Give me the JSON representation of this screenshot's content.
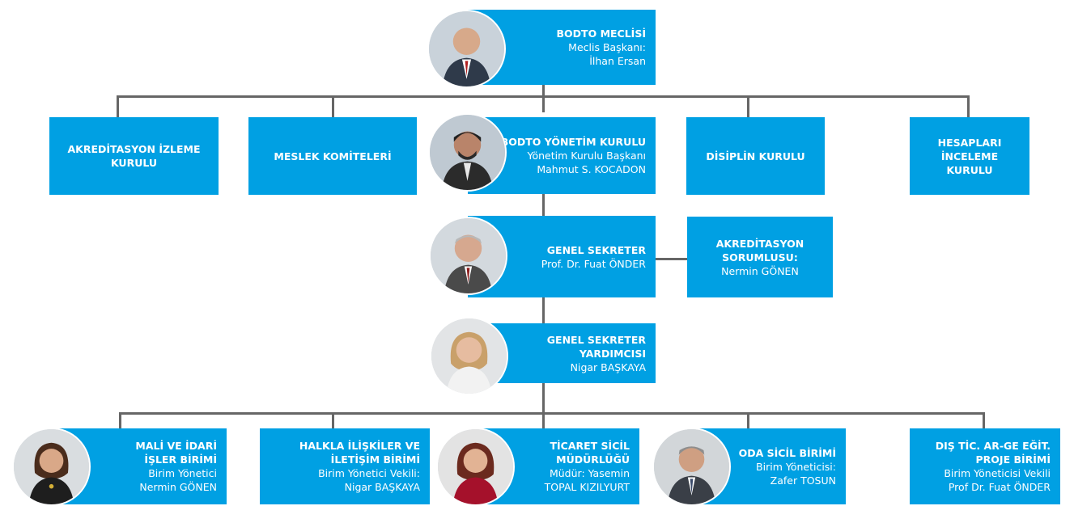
{
  "colors": {
    "box": "#00a0e3",
    "line": "#666666",
    "text": "#ffffff"
  },
  "nodes": {
    "meclis": {
      "title": [
        "BODTO MECLİSİ"
      ],
      "lines": [
        "Meclis Başkanı:",
        "İlhan Ersan"
      ]
    },
    "akreditasyon_izleme": {
      "title": [
        "AKREDİTASYON İZLEME",
        "KURULU"
      ],
      "lines": []
    },
    "meslek": {
      "title": [
        "MESLEK KOMİTELERİ"
      ],
      "lines": []
    },
    "yonetim": {
      "title": [
        "BODTO YÖNETİM KURULU"
      ],
      "lines": [
        "Yönetim Kurulu Başkanı",
        "Mahmut S. KOCADON"
      ]
    },
    "disiplin": {
      "title": [
        "DİSİPLİN KURULU"
      ],
      "lines": []
    },
    "hesaplari": {
      "title": [
        "HESAPLARI İNCELEME",
        "KURULU"
      ],
      "lines": []
    },
    "genel_sekreter": {
      "title": [
        "GENEL SEKRETER"
      ],
      "lines": [
        "Prof. Dr. Fuat ÖNDER"
      ]
    },
    "akreditasyon_sorumlusu": {
      "title": [
        "AKREDİTASYON",
        "SORUMLUSU:"
      ],
      "lines": [
        "Nermin GÖNEN"
      ]
    },
    "gs_yardimcisi": {
      "title": [
        "GENEL SEKRETER",
        "YARDIMCISI"
      ],
      "lines": [
        "Nigar BAŞKAYA"
      ]
    },
    "mali_idari": {
      "title": [
        "MALİ VE İDARİ",
        "İŞLER BİRİMİ"
      ],
      "lines": [
        "Birim Yönetici",
        "Nermin GÖNEN"
      ]
    },
    "halkla_iliskiler": {
      "title": [
        "HALKLA İLİŞKİLER VE",
        "İLETİŞİM BİRİMİ"
      ],
      "lines": [
        "Birim Yönetici Vekili:",
        "Nigar BAŞKAYA"
      ]
    },
    "ticaret_sicil": {
      "title": [
        "TİCARET SİCİL",
        "MÜDÜRLÜĞÜ"
      ],
      "lines": [
        "Müdür: Yasemin",
        "TOPAL KIZILYURT"
      ]
    },
    "oda_sicil": {
      "title": [
        "ODA SİCİL BİRİMİ"
      ],
      "lines": [
        "Birim Yöneticisi:",
        "Zafer TOSUN"
      ]
    },
    "dis_tic": {
      "title": [
        "DIŞ TİC. AR-GE EĞİT.",
        "PROJE BİRİMİ"
      ],
      "lines": [
        "Birim Yöneticisi Vekili",
        "Prof Dr. Fuat ÖNDER"
      ]
    }
  }
}
